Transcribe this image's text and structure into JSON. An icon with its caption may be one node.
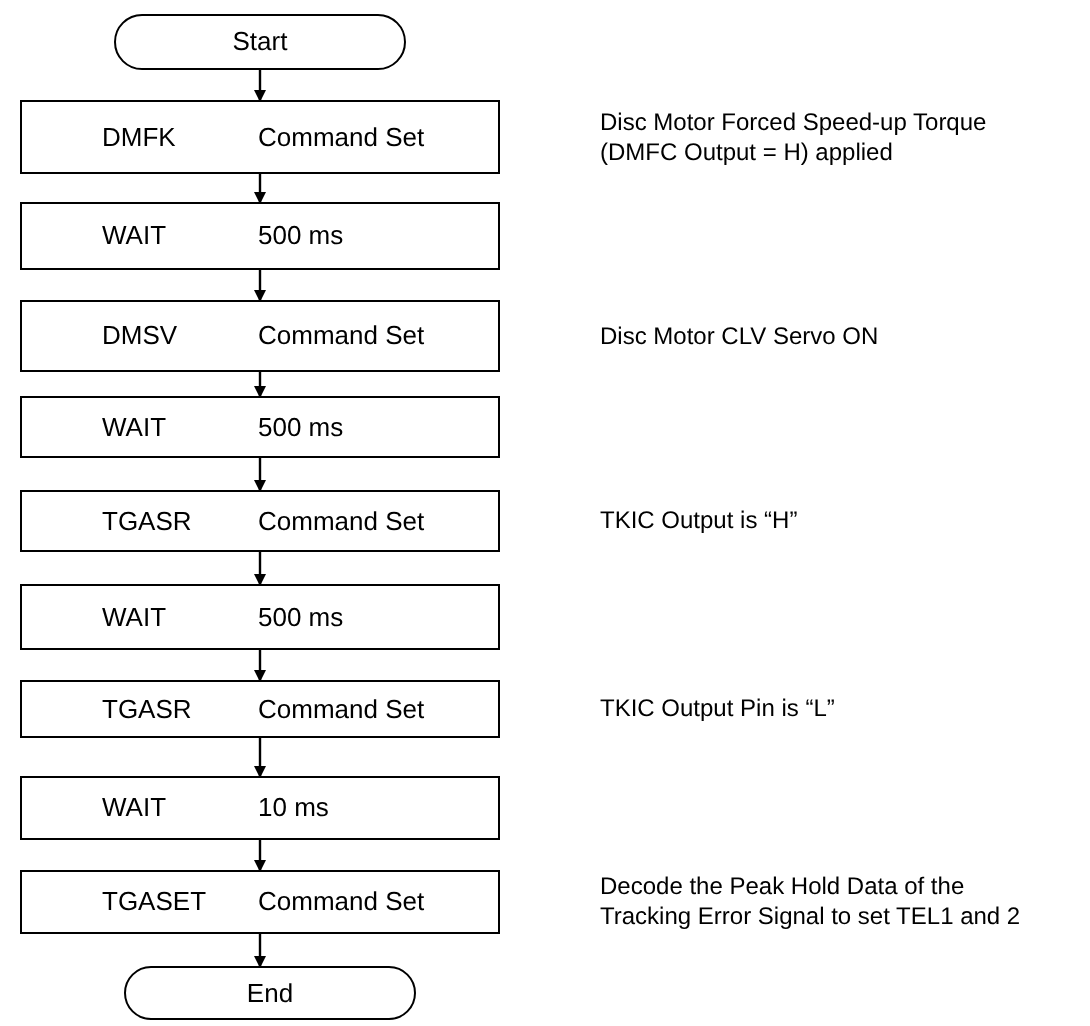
{
  "diagram": {
    "nodes": [
      {
        "text": [
          "Start"
        ]
      },
      {
        "text": [
          "DMFK",
          "Command Set"
        ]
      },
      {
        "text": [
          "WAIT",
          "500 ms"
        ]
      },
      {
        "text": [
          "DMSV",
          "Command Set"
        ]
      },
      {
        "text": [
          "WAIT",
          "500 ms"
        ]
      },
      {
        "text": [
          "TGASR",
          "Command Set"
        ]
      },
      {
        "text": [
          "WAIT",
          "500 ms"
        ]
      },
      {
        "text": [
          "TGASR",
          "Command Set"
        ]
      },
      {
        "text": [
          "WAIT",
          "10 ms"
        ]
      },
      {
        "text": [
          "TGASET",
          "Command Set"
        ]
      },
      {
        "text": [
          "End"
        ]
      }
    ],
    "edges": [
      {
        "from": 0,
        "to": 1,
        "arrow": "to"
      },
      {
        "from": 1,
        "to": 2,
        "arrow": "to"
      },
      {
        "from": 2,
        "to": 3,
        "arrow": "to"
      },
      {
        "from": 3,
        "to": 4,
        "arrow": "to"
      },
      {
        "from": 4,
        "to": 5,
        "arrow": "to"
      },
      {
        "from": 5,
        "to": 6,
        "arrow": "to"
      },
      {
        "from": 6,
        "to": 7,
        "arrow": "to"
      },
      {
        "from": 7,
        "to": 8,
        "arrow": "to"
      },
      {
        "from": 8,
        "to": 9,
        "arrow": "to"
      },
      {
        "from": 9,
        "to": 10,
        "arrow": "to"
      }
    ],
    "labels": [
      "Disc Motor Forced Speed-up Torque (DMFC Output = H) applied",
      "Disc Motor CLV Servo ON",
      "TKIC Output is “H”",
      "TKIC Output Pin is “L”",
      "Decode the Peak Hold Data of the Tracking Error Signal to set TEL1 and 2"
    ]
  }
}
